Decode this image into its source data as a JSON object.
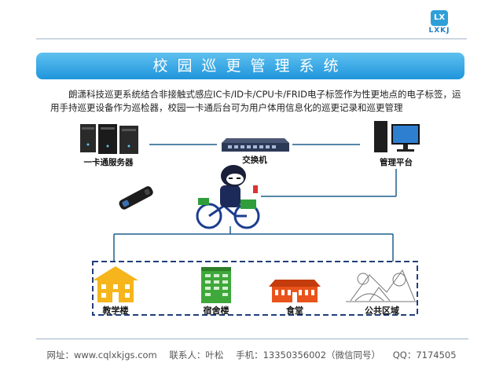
{
  "header": {
    "logo_mark": "LX",
    "logo_text": "LXKJ",
    "title": "校园巡更管理系统"
  },
  "description": "朗潇科技巡更系统结合非接触式感应IC卡/ID卡/CPU卡/FRID电子标签作为性更地点的电子标签，运用手持巡更设备作为巡检器，校园一卡通后台可为用户体用信息化的巡更记录和巡更管理",
  "diagram": {
    "nodes": {
      "server": "一卡通服务器",
      "switch": "交换机",
      "platform": "管理平台"
    },
    "locations": [
      {
        "label": "教学楼",
        "icon": "teaching-building-icon"
      },
      {
        "label": "宿舍楼",
        "icon": "dormitory-icon"
      },
      {
        "label": "食堂",
        "icon": "canteen-icon"
      },
      {
        "label": "公共区域",
        "icon": "public-area-icon"
      }
    ],
    "colors": {
      "line": "#1f5e8c",
      "dash_box": "#1f3f7a",
      "teaching": "#f5b51b",
      "dormitory": "#3fa83a",
      "canteen": "#e8541b"
    }
  },
  "footer": {
    "website": "网址：www.cqlxkjgs.com",
    "contact": "联系人：叶松",
    "phone": "手机：13350356002（微信同号）",
    "qq": "QQ：7174505"
  }
}
